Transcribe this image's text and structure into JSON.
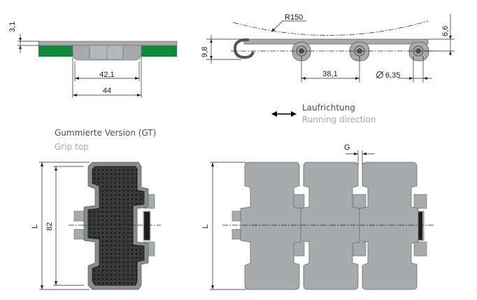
{
  "top_left": {
    "dim_thickness": "3,1",
    "dim_inner": "42,1",
    "dim_outer": "44"
  },
  "top_right": {
    "radius": "R150",
    "dim_height": "9,8",
    "dim_top": "6,6",
    "pitch": "38,1",
    "pin_diameter": "6,35"
  },
  "direction": {
    "label_de": "Laufrichtung",
    "label_en": "Running direction"
  },
  "caption": {
    "title_de": "Gummierte Version (GT)",
    "title_en": "Grip top"
  },
  "bottom_left": {
    "dim_length": "L",
    "dim_value": "82"
  },
  "bottom_right": {
    "dim_length": "L",
    "dim_gap": "G"
  },
  "colors": {
    "link_gray": "#a9aaac",
    "green_strip": "#0f8a3a",
    "rubber_dark": "#333333"
  }
}
